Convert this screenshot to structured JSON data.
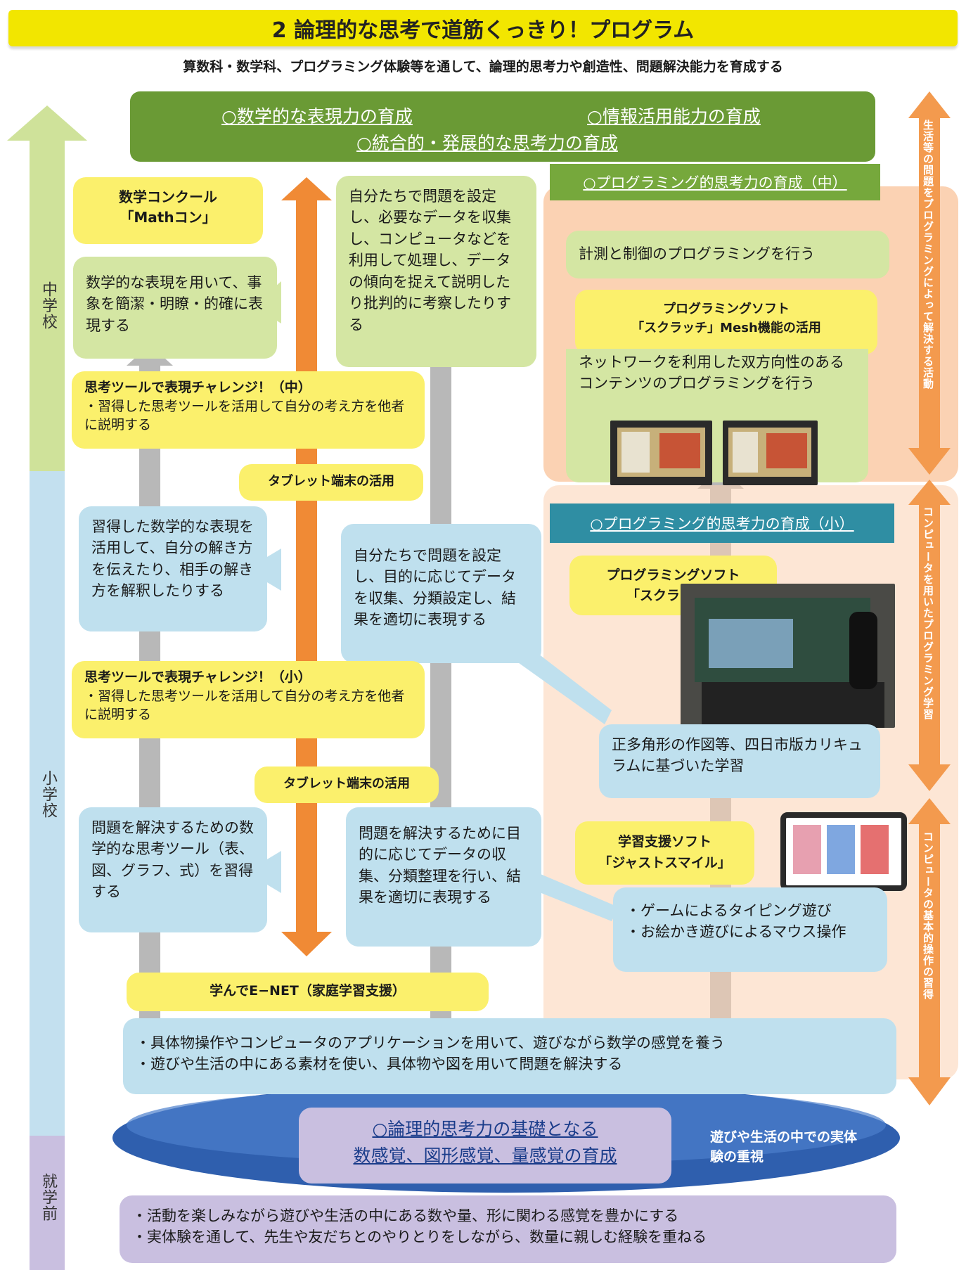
{
  "title": "2  論理的な思考で道筋くっきり！プログラム",
  "subtitle": "算数科・数学科、プログラミング体験等を通して、論理的思考力や創造性、問題解決能力を育成する",
  "stages": {
    "junior_high": "中学校",
    "elementary": "小学校",
    "preschool": "就学前"
  },
  "top_goals": {
    "goal1": "○数学的な表現力の育成",
    "goal2": "○情報活用能力の育成",
    "goal3": "○統合的・発展的な思考力の育成"
  },
  "junior": {
    "math_contest": "数学コンクール",
    "math_contest_name": "「Mathコン」",
    "math_expression": "数学的な表現を用いて、事象を簡潔・明瞭・的確に表現する",
    "data_task": "自分たちで問題を設定し、必要なデータを収集し、コンピュータなどを利用して処理し、データの傾向を捉えて説明したり批判的に考察したりする",
    "thinking_tool_title": "思考ツールで表現チャレンジ！（中）",
    "thinking_tool_body": "・習得した思考ツールを活用して自分の考え方を他者に説明する",
    "tablet": "タブレット端末の活用"
  },
  "programming_mid": {
    "header": "○プログラミング的思考力の育成（中）",
    "measurement": "計測と制御のプログラミングを行う",
    "software_title": "プログラミングソフト",
    "software_name": "「スクラッチ」Mesh機能の活用",
    "network": "ネットワークを利用した双方向性のあるコンテンツのプログラミングを行う"
  },
  "elementary": {
    "upper_left": "習得した数学的な表現を活用して、自分の解き方を伝えたり、相手の解き方を解釈したりする",
    "upper_mid": "自分たちで問題を設定し、目的に応じてデータを収集、分類設定し、結果を適切に表現する",
    "thinking_tool_title": "思考ツールで表現チャレンジ！（小）",
    "thinking_tool_body": "・習得した思考ツールを活用して自分の考え方を他者に説明する",
    "tablet": "タブレット端末の活用",
    "lower_left": "問題を解決するための数学的な思考ツール（表、図、グラフ、式）を習得する",
    "lower_mid": "問題を解決するために目的に応じてデータの収集、分類整理を行い、結果を適切に表現する",
    "enet": "学んでE−NET（家庭学習支援）"
  },
  "programming_elem": {
    "header": "○プログラミング的思考力の育成（小）",
    "software_title": "プログラミングソフト",
    "software_name": "「スクラッチ」",
    "polygon": "正多角形の作図等、四日市版カリキュラムに基づいた学習"
  },
  "support_software": {
    "title": "学習支援ソフト",
    "name": "「ジャストスマイル」",
    "item1": "・ゲームによるタイピング遊び",
    "item2": "・お絵かき遊びによるマウス操作"
  },
  "lower_elem": {
    "item1": "・具体物操作やコンピュータのアプリケーションを用いて、遊びながら数学の感覚を養う",
    "item2": "・遊びや生活の中にある素材を使い、具体物や図を用いて問題を解決する"
  },
  "foundation": {
    "line1": "○論理的思考力の基礎となる",
    "line2": "数感覚、図形感覚、量感覚の育成",
    "note": "遊びや生活の中での実体験の重視"
  },
  "preschool_box": {
    "item1": "・活動を楽しみながら遊びや生活の中にある数や量、形に関わる感覚を豊かにする",
    "item2": "・実体験を通して、先生や友だちとのやりとりをしながら、数量に親しむ経験を重ねる"
  },
  "side_arrows": {
    "top": "生活等の問題をプログラミングによって解決する活動",
    "middle": "コンピュータを用いたプログラミング学習",
    "bottom": "コンピュータの基本的操作の習得"
  },
  "colors": {
    "title_yellow": "#f2e600",
    "goal_green": "#6a9a35",
    "orange": "#f39a4e",
    "light_orange": "#fbd2b3",
    "teal": "#2f8ea3",
    "light_blue": "#bfe0ee",
    "light_green": "#d4e6a3",
    "yellow_box": "#fbf06c",
    "purple": "#c9bfe0",
    "navy_ellipse": "#2f5fae"
  }
}
